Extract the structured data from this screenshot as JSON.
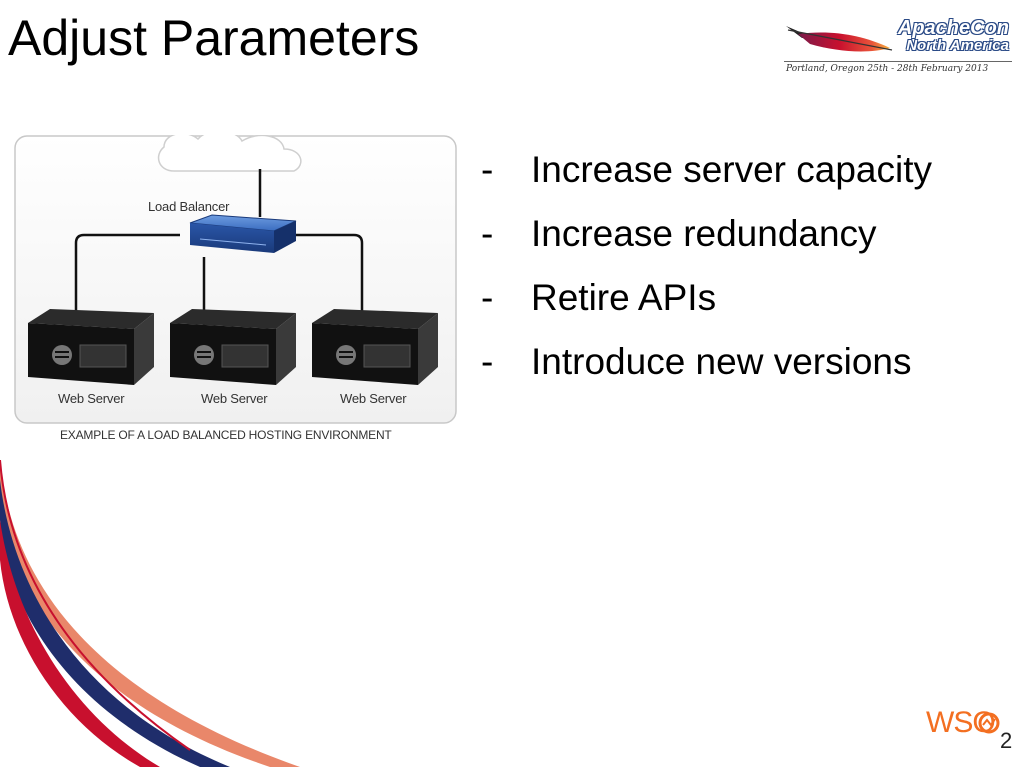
{
  "slide": {
    "title": "Adjust Parameters"
  },
  "conference_logo": {
    "name_line1": "ApacheCon",
    "name_line2": "North America",
    "subtitle": "Portland, Oregon 25th - 28th February 2013"
  },
  "diagram": {
    "load_balancer_label": "Load Balancer",
    "servers": [
      {
        "label": "Web Server"
      },
      {
        "label": "Web Server"
      },
      {
        "label": "Web Server"
      }
    ],
    "caption": "EXAMPLE OF A LOAD BALANCED HOSTING ENVIRONMENT"
  },
  "bullets": [
    {
      "dash": "-",
      "text": "Increase server capacity"
    },
    {
      "dash": "-",
      "text": "Increase redundancy"
    },
    {
      "dash": "-",
      "text": "Retire APIs"
    },
    {
      "dash": "-",
      "text": "Introduce new versions"
    }
  ],
  "footer_logo": {
    "text": "WSO",
    "suffix": "2"
  },
  "colors": {
    "swoosh_red": "#c8102e",
    "swoosh_navy": "#1f2d6b",
    "swoosh_salmon": "#e9876a",
    "wso2_orange": "#f36f21",
    "load_balancer_blue": "#2a56a8"
  }
}
